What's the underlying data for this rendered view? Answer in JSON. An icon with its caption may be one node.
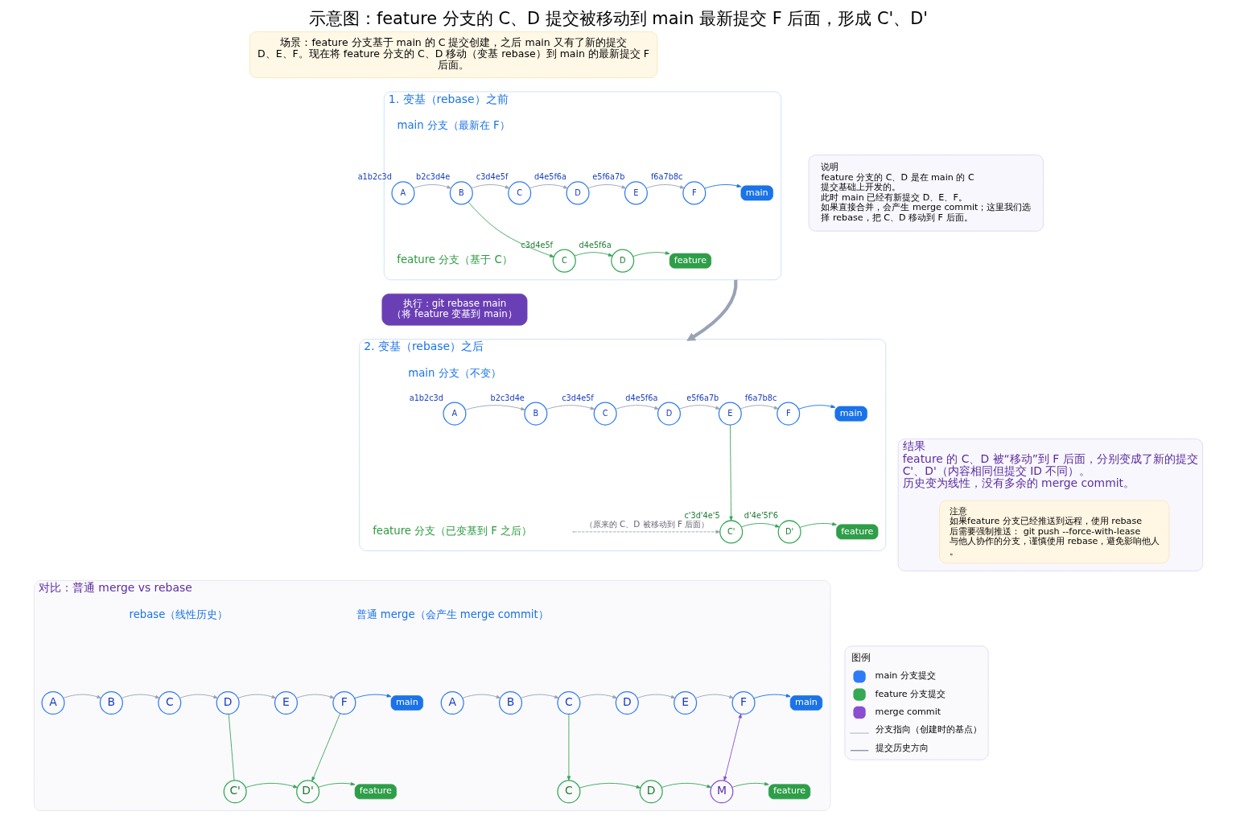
{
  "diagram": {
    "title": "示意图：feature 分支的 C、D 提交被移动到 main 最新提交 F 后面，形成 C'、D'",
    "nodes": [
      {
        "text": [
          "场景：feature 分支基于 main 的 C 提交创建，之后 main 又有了新的提交 D、E、F。现在将 feature 分支的 C、D 移动（变基 rebase）到 main 的最新提交 F 后面。"
        ]
      },
      {
        "text": [
          "1. 变基（rebase）之前"
        ]
      },
      {
        "text": [
          "A"
        ],
        "beside": [
          "a1b2c3d"
        ],
        "in": 1
      },
      {
        "text": [
          "B"
        ],
        "beside": [
          "b2c3d4e"
        ],
        "in": 1
      },
      {
        "text": [
          "C"
        ],
        "beside": [
          "c3d4e5f"
        ],
        "in": 1
      },
      {
        "text": [
          "D"
        ],
        "beside": [
          "d4e5f6a"
        ],
        "in": 1
      },
      {
        "text": [
          "E"
        ],
        "beside": [
          "e5f6a7b"
        ],
        "in": 1
      },
      {
        "text": [
          "F"
        ],
        "beside": [
          "f6a7b8c"
        ],
        "in": 1
      },
      {
        "text": [
          "main"
        ],
        "in": 1
      },
      {
        "text": [
          "C"
        ],
        "beside": [
          "c3d4e5f"
        ],
        "in": 1
      },
      {
        "text": [
          "D"
        ],
        "beside": [
          "d4e5f6a"
        ],
        "in": 1
      },
      {
        "text": [
          "feature"
        ],
        "in": 1
      },
      {
        "text": [
          "说明",
          "feature 分支的 C、D 是在 main 的 C 提交基础上开发的。",
          "此时 main 已经有新提交 D、E、F。",
          "如果直接合并，会产生 merge commit；这里我们选择 rebase，把 C、D 移动到 F 后面。"
        ]
      },
      {
        "text": [
          "执行：git rebase main",
          "（将 feature 变基到 main）"
        ]
      },
      {
        "text": [
          "2. 变基（rebase）之后"
        ]
      },
      {
        "text": [
          "A"
        ],
        "beside": [
          "a1b2c3d"
        ],
        "in": 14
      },
      {
        "text": [
          "B"
        ],
        "beside": [
          "b2c3d4e"
        ],
        "in": 14
      },
      {
        "text": [
          "C"
        ],
        "beside": [
          "c3d4e5f"
        ],
        "in": 14
      },
      {
        "text": [
          "D"
        ],
        "beside": [
          "d4e5f6a"
        ],
        "in": 14
      },
      {
        "text": [
          "E"
        ],
        "beside": [
          "e5f6a7b"
        ],
        "in": 14
      },
      {
        "text": [
          "F"
        ],
        "beside": [
          "f6a7b8c"
        ],
        "in": 14
      },
      {
        "text": [
          "main"
        ],
        "in": 14
      },
      {
        "text": [
          "C'"
        ],
        "beside": [
          "c'3d'4e'5"
        ],
        "in": 14
      },
      {
        "text": [
          "D'"
        ],
        "beside": [
          "d'4e'5f'6"
        ],
        "in": 14
      },
      {
        "text": [
          "feature"
        ],
        "in": 14
      },
      {
        "text": [
          "结果",
          "feature 的 C、D 被“移动”到 F 后面，分别变成了新的提交 C'、D'（内容相同但提交 ID 不同）。",
          "历史变为线性，没有多余的 merge commit。"
        ]
      },
      {
        "text": [
          "注意",
          "如果feature 分支已经推送到远程，使用 rebase 后需要强制推送： git push --force-with-lease",
          "与他人协作的分支，谨慎使用 rebase，避免影响他人。"
        ],
        "in": 25
      },
      {
        "text": [
          "对比：普通 merge vs rebase"
        ]
      },
      {
        "text": [
          "A"
        ],
        "in": 27
      },
      {
        "text": [
          "B"
        ],
        "in": 27
      },
      {
        "text": [
          "C"
        ],
        "in": 27
      },
      {
        "text": [
          "D"
        ],
        "in": 27
      },
      {
        "text": [
          "E"
        ],
        "in": 27
      },
      {
        "text": [
          "F"
        ],
        "in": 27
      },
      {
        "text": [
          "main"
        ],
        "in": 27
      },
      {
        "text": [
          "C"
        ],
        "in": 27
      },
      {
        "text": [
          "D"
        ],
        "in": 27
      },
      {
        "text": [
          "M"
        ],
        "in": 27
      },
      {
        "text": [
          "feature"
        ],
        "in": 27
      },
      {
        "text": [
          "A"
        ],
        "in": 27
      },
      {
        "text": [
          "B"
        ],
        "in": 27
      },
      {
        "text": [
          "C"
        ],
        "in": 27
      },
      {
        "text": [
          "D"
        ],
        "in": 27
      },
      {
        "text": [
          "E"
        ],
        "in": 27
      },
      {
        "text": [
          "F"
        ],
        "in": 27
      },
      {
        "text": [
          "main"
        ],
        "in": 27
      },
      {
        "text": [
          "C'"
        ],
        "in": 27
      },
      {
        "text": [
          "D'"
        ],
        "in": 27
      },
      {
        "text": [
          "feature"
        ],
        "in": 27
      }
    ],
    "edges": [
      {
        "from": 2,
        "to": 3,
        "arrow": "to"
      },
      {
        "from": 3,
        "to": 4,
        "arrow": "to"
      },
      {
        "from": 4,
        "to": 5,
        "arrow": "to"
      },
      {
        "from": 5,
        "to": 6,
        "arrow": "to"
      },
      {
        "from": 6,
        "to": 7,
        "arrow": "to"
      },
      {
        "from": 7,
        "to": 8,
        "arrow": "to",
        "color": "#1a73e8"
      },
      {
        "from": 3,
        "to": 9,
        "arrow": "to",
        "color": "#3aa55a"
      },
      {
        "from": 9,
        "to": 10,
        "arrow": "to",
        "color": "#3aa55a"
      },
      {
        "from": 10,
        "to": 11,
        "arrow": "to",
        "color": "#3aa55a"
      },
      {
        "from": 1,
        "to": 14,
        "arrow": "to",
        "style": "thick"
      },
      {
        "from": 15,
        "to": 16,
        "arrow": "to"
      },
      {
        "from": 16,
        "to": 17,
        "arrow": "to"
      },
      {
        "from": 17,
        "to": 18,
        "arrow": "to"
      },
      {
        "from": 18,
        "to": 19,
        "arrow": "to"
      },
      {
        "from": 19,
        "to": 20,
        "arrow": "to"
      },
      {
        "from": 20,
        "to": 21,
        "arrow": "to",
        "color": "#1a73e8"
      },
      {
        "from": 19,
        "to": 22,
        "arrow": "to",
        "color": "#3aa55a"
      },
      {
        "from": null,
        "to": 22,
        "arrow": "to",
        "style": "dashed",
        "label": "（原来的 C、D 被移动到 F 后面）"
      },
      {
        "from": 22,
        "to": 23,
        "arrow": "to",
        "color": "#3aa55a"
      },
      {
        "from": 23,
        "to": 24,
        "arrow": "to",
        "color": "#3aa55a"
      },
      {
        "from": 28,
        "to": 29,
        "arrow": "to"
      },
      {
        "from": 29,
        "to": 30,
        "arrow": "to"
      },
      {
        "from": 30,
        "to": 31,
        "arrow": "to"
      },
      {
        "from": 31,
        "to": 32,
        "arrow": "to"
      },
      {
        "from": 32,
        "to": 33,
        "arrow": "to"
      },
      {
        "from": 33,
        "to": 34,
        "arrow": "to",
        "color": "#1a73e8"
      },
      {
        "from": 30,
        "to": 35,
        "arrow": "to",
        "color": "#3aa55a"
      },
      {
        "from": 35,
        "to": 36,
        "arrow": "to",
        "color": "#3aa55a"
      },
      {
        "from": 36,
        "to": 37,
        "arrow": "to",
        "color": "#3aa55a"
      },
      {
        "from": 33,
        "to": 37,
        "arrow": "both",
        "color": "#8a4fd0"
      },
      {
        "from": 37,
        "to": 38,
        "arrow": "to",
        "color": "#3aa55a"
      },
      {
        "from": 39,
        "to": 40,
        "arrow": "to"
      },
      {
        "from": 40,
        "to": 41,
        "arrow": "to"
      },
      {
        "from": 41,
        "to": 42,
        "arrow": "to"
      },
      {
        "from": 42,
        "to": 43,
        "arrow": "to"
      },
      {
        "from": 43,
        "to": 44,
        "arrow": "to"
      },
      {
        "from": 44,
        "to": 45,
        "arrow": "to",
        "color": "#1a73e8"
      },
      {
        "from": 42,
        "to": 46,
        "arrow": "none",
        "color": "#3aa55a"
      },
      {
        "from": 46,
        "to": 47,
        "arrow": "to",
        "color": "#3aa55a"
      },
      {
        "from": 44,
        "to": 47,
        "arrow": "to",
        "color": "#3aa55a"
      },
      {
        "from": 47,
        "to": 48,
        "arrow": "to",
        "color": "#3aa55a"
      }
    ],
    "labels": [
      "main 分支（最新在 F）",
      "feature 分支（基于 C）",
      "main 分支（不变）",
      "feature 分支（已变基到 F 之后）",
      "普通 merge（会产生 merge commit）",
      "rebase（线性历史）",
      "图例"
    ],
    "legend": [
      {
        "text": "main 分支提交",
        "color": "#2f7bf5"
      },
      {
        "text": "feature 分支提交",
        "color": "#34a853"
      },
      {
        "text": "merge commit",
        "color": "#8a4fd0"
      },
      {
        "text": "分支指向（创建时的基点）"
      },
      {
        "text": "提交历史方向"
      }
    ]
  }
}
